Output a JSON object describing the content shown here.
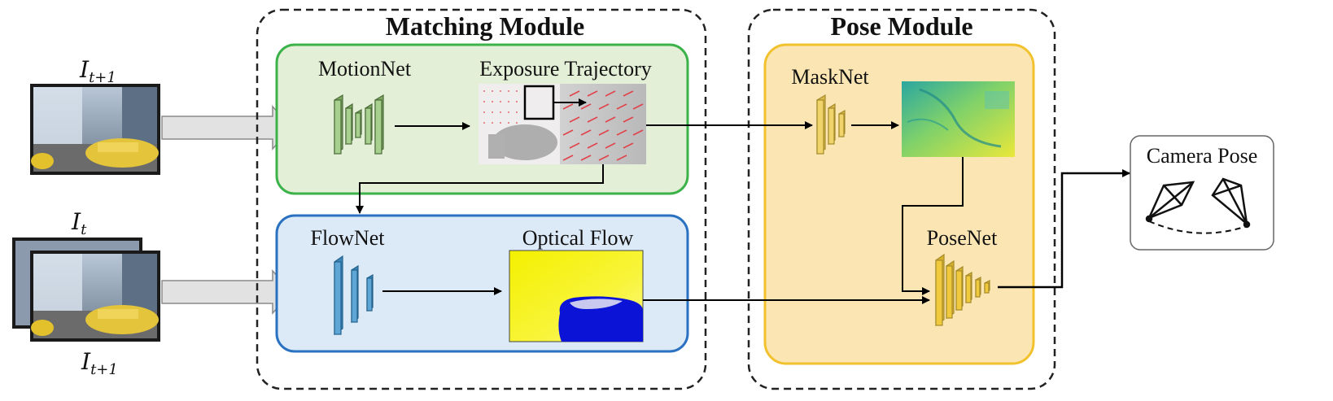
{
  "modules": {
    "matching_title": "Matching Module",
    "pose_title": "Pose Module"
  },
  "nodes": {
    "motionnet": "MotionNet",
    "exposure": "Exposure Trajectory",
    "flownet": "FlowNet",
    "optical_flow": "Optical Flow",
    "masknet": "MaskNet",
    "posenet": "PoseNet",
    "camera_pose": "Camera Pose"
  },
  "inputs": {
    "top_frame": {
      "base": "I",
      "sub": "t+1"
    },
    "stack_top": {
      "base": "I",
      "sub": "t"
    },
    "stack_bottom": {
      "base": "I",
      "sub": "t+1"
    }
  },
  "colors": {
    "matching_box": "#e3efd6",
    "matching_border": "#3cb34a",
    "flow_box": "#dce9f6",
    "flow_border": "#2a72c1",
    "pose_box": "#fbe6b3",
    "pose_border": "#f2c12e",
    "net_green": "#a7cf8e",
    "net_blue": "#5da6d6",
    "net_yellow": "#f0d36a",
    "posenet_yellow": "#f0c93c"
  }
}
